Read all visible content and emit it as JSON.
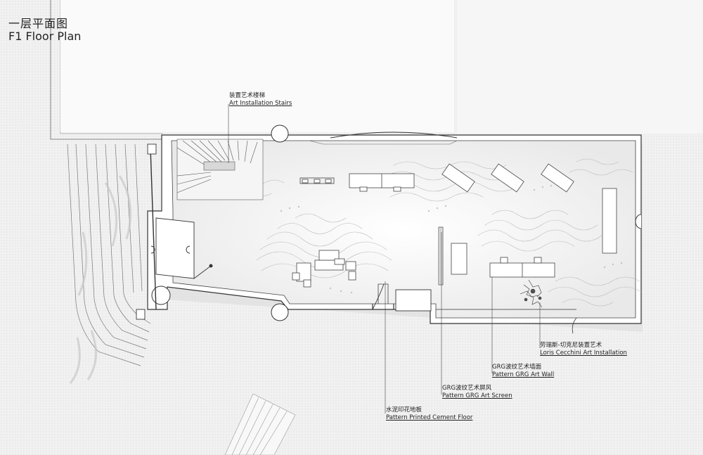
{
  "title": {
    "cn": "一层平面图",
    "en": "F1 Floor Plan"
  },
  "callouts": [
    {
      "id": "stairs",
      "cn": "装置艺术楼梯",
      "en": "Art Installation Stairs"
    },
    {
      "id": "floor",
      "cn": "水泥印花地板",
      "en": "Pattern Printed Cement Floor"
    },
    {
      "id": "screen",
      "cn": "GRG波纹艺术屏风",
      "en": "Pattern GRG Art Screen"
    },
    {
      "id": "wall",
      "cn": "GRG波纹艺术墙面",
      "en": "Pattern GRG Art Wall"
    },
    {
      "id": "loris",
      "cn": "劳瑞斯-切克尼装置艺术",
      "en": "Loris Cecchini Art Installation"
    }
  ],
  "colors": {
    "background": "#f4f4f4",
    "line": "#333333",
    "wall_fill": "#ffffff",
    "shadow": "#cfcfcf",
    "pattern": "#bdbdbd"
  }
}
